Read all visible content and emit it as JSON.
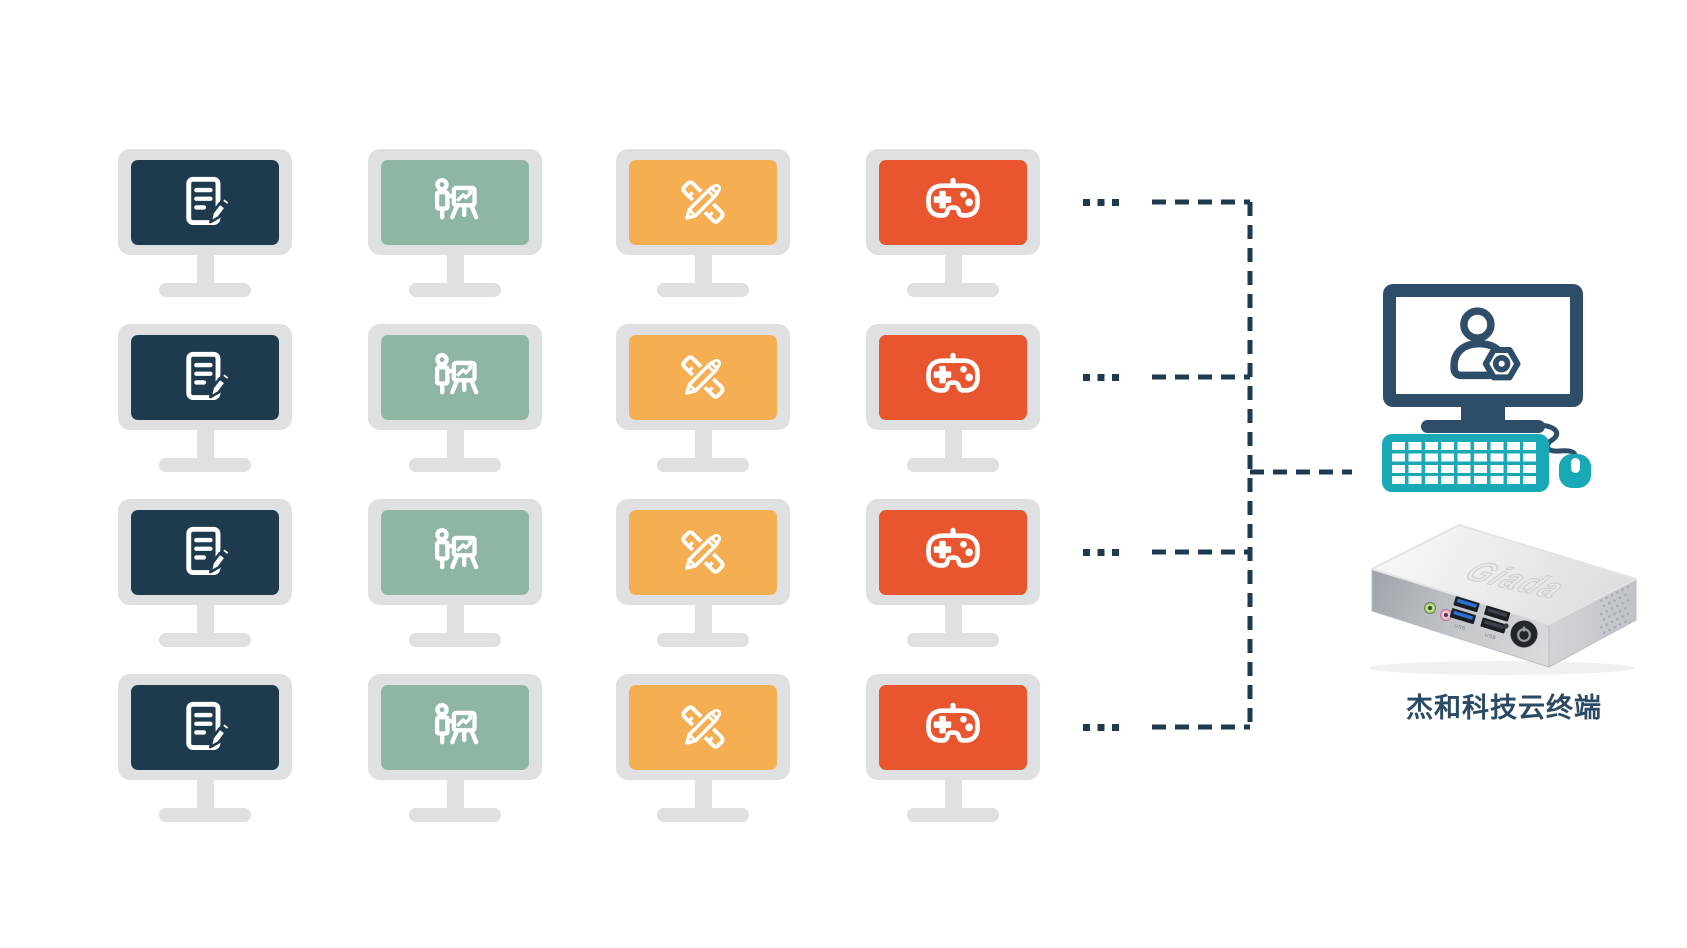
{
  "colors": {
    "page-bg": "#ffffff",
    "navy": "#1d3b4d",
    "bezel-gray": "#dee0e2",
    "sage": "#8fb5a3",
    "orange": "#f6ae53",
    "red": "#e8552f",
    "client-navy": "#2e4d68",
    "teal": "#18a8b6",
    "caption-navy": "#2b4a63"
  },
  "workstation_grid": {
    "rows": 4,
    "row_ellipsis": "...",
    "columns": [
      {
        "id": "document",
        "icon": "document-edit-icon",
        "screen_color": "#1d3b4d"
      },
      {
        "id": "presentation",
        "icon": "presentation-chart-icon",
        "screen_color": "#8fb5a3"
      },
      {
        "id": "design",
        "icon": "ruler-pencil-icon",
        "screen_color": "#f6ae53"
      },
      {
        "id": "gaming",
        "icon": "gamepad-icon",
        "screen_color": "#e8552f"
      }
    ]
  },
  "connector": {
    "style": "dashed",
    "color": "#1d3b4d"
  },
  "client": {
    "monitor_icon": "user-gear-icon",
    "device": {
      "logo": "Giada",
      "port_labels": [
        "USB",
        "USB"
      ]
    },
    "caption": "杰和科技云终端"
  }
}
